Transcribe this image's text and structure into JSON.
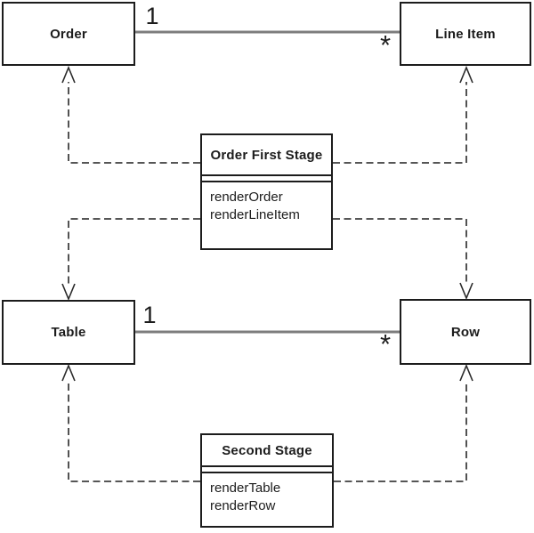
{
  "diagram": {
    "kind": "uml-class-diagram",
    "background_color": "#ffffff",
    "box_border_color": "#1c1c1c",
    "association_line_color": "#7d7d7d",
    "dependency_line_color": "#3f3f3f",
    "text_color": "#1c1c1c"
  },
  "classes": {
    "order": {
      "name": "Order"
    },
    "line_item": {
      "name": "Line Item"
    },
    "order_first_stage": {
      "name": "Order First Stage",
      "methods": [
        "renderOrder",
        "renderLineItem"
      ]
    },
    "table": {
      "name": "Table"
    },
    "row": {
      "name": "Row"
    },
    "second_stage": {
      "name": "Second Stage",
      "methods": [
        "renderTable",
        "renderRow"
      ]
    }
  },
  "associations": [
    {
      "from": "Order",
      "to": "Line Item",
      "from_multiplicity": "1",
      "to_multiplicity": "*"
    },
    {
      "from": "Table",
      "to": "Row",
      "from_multiplicity": "1",
      "to_multiplicity": "*"
    }
  ],
  "dependencies": [
    {
      "from": "Order First Stage",
      "to": "Order",
      "style": "dashed-open-arrow"
    },
    {
      "from": "Order First Stage",
      "to": "Line Item",
      "style": "dashed-open-arrow"
    },
    {
      "from": "Order First Stage",
      "to": "Table",
      "style": "dashed-open-arrow"
    },
    {
      "from": "Order First Stage",
      "to": "Row",
      "style": "dashed-open-arrow"
    },
    {
      "from": "Second Stage",
      "to": "Table",
      "style": "dashed-open-arrow"
    },
    {
      "from": "Second Stage",
      "to": "Row",
      "style": "dashed-open-arrow"
    }
  ]
}
